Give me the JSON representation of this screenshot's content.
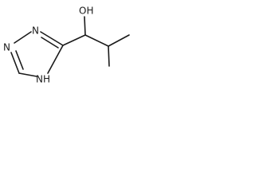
{
  "molecule": {
    "atoms": {
      "hydroxyl": "OH",
      "ring_n1": "N",
      "ring_n2": "N",
      "ring_nh": "NH"
    }
  }
}
